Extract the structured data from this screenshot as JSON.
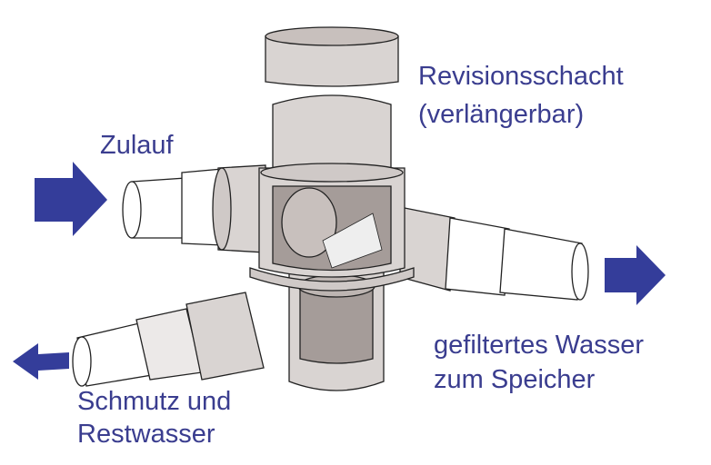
{
  "labels": {
    "revision_line1": "Revisionsschacht",
    "revision_line2": "(verlängerbar)",
    "inlet": "Zulauf",
    "outlet_line1": "gefiltertes Wasser",
    "outlet_line2": "zum Speicher",
    "waste_line1": "Schmutz und",
    "waste_line2": "Restwasser"
  },
  "colors": {
    "text": "#3a3d8f",
    "arrow": "#343d9a",
    "body": "#d9d4d2",
    "shadow": "#a59c99"
  }
}
